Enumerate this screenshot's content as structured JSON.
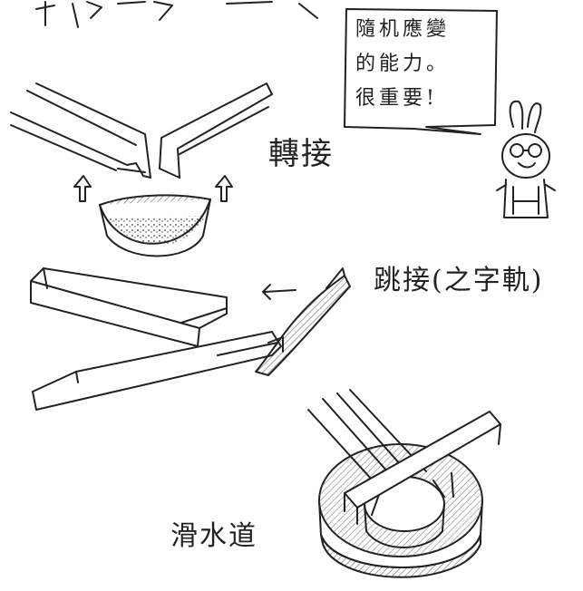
{
  "labels": {
    "top_title": "卡扣連接件",
    "zhuan_jie": "轉接",
    "tiao_jie": "跳接(之字軌)",
    "hua_shui_dao": "滑水道"
  },
  "speech_bubble": {
    "lines": [
      "隨机應變",
      "的能力。",
      "很重要!"
    ]
  },
  "colors": {
    "ink": "#222222",
    "shade": "#8a8a8a",
    "paper": "#ffffff"
  }
}
